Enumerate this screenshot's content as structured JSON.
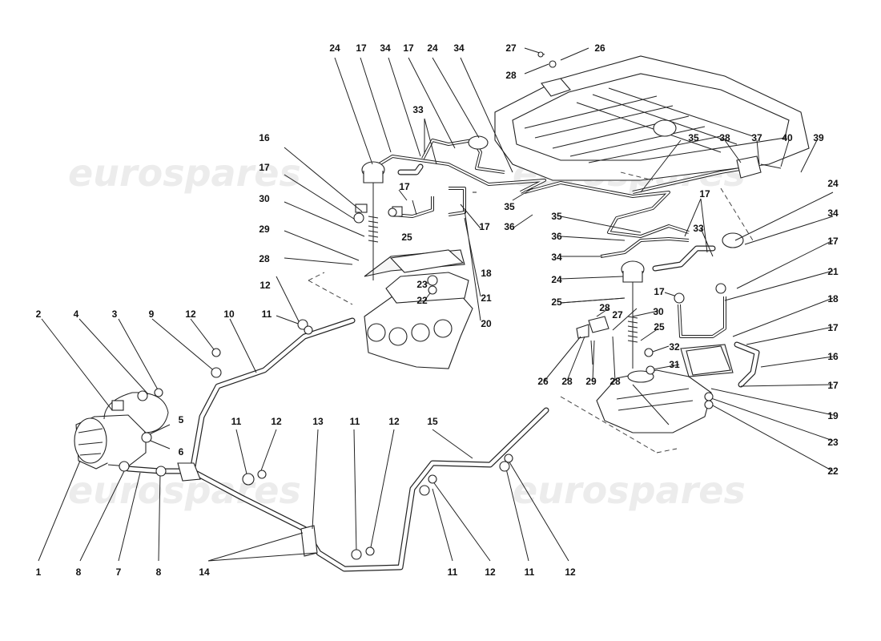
{
  "watermark": "eurospares",
  "labels": [
    "1",
    "2",
    "3",
    "4",
    "5",
    "6",
    "7",
    "8",
    "9",
    "10",
    "11",
    "12",
    "13",
    "14",
    "15",
    "16",
    "17",
    "18",
    "19",
    "20",
    "21",
    "22",
    "23",
    "24",
    "25",
    "26",
    "27",
    "28",
    "29",
    "30",
    "31",
    "32",
    "33",
    "34",
    "35",
    "36",
    "37",
    "38",
    "39",
    "40"
  ]
}
